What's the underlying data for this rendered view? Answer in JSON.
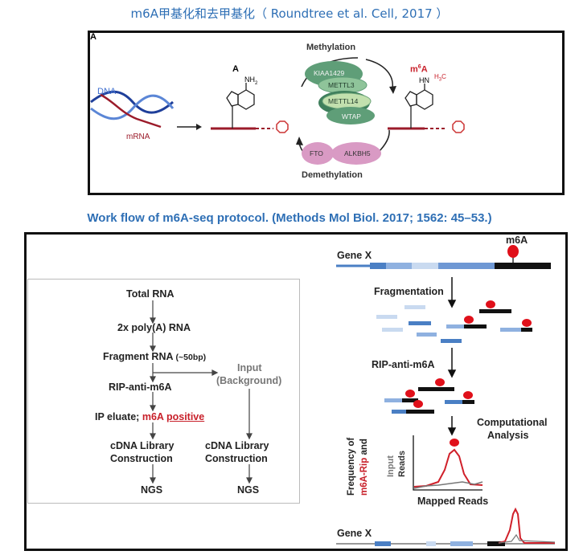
{
  "titles": {
    "top": "m6A甲基化和去甲基化（ Roundtree et al. Cell, 2017 ）",
    "bottom": "Work flow of m6A-seq protocol. (Methods Mol Biol. 2017; 1562: 45–53.)"
  },
  "panel_a": {
    "panel_label": "A",
    "dna_label": "DNA",
    "mrna_label": "mRNA",
    "adenine_label": "A",
    "adenine_group": "NH",
    "adenine_sub": "2",
    "m6a_label": "m",
    "m6a_sup": "6",
    "m6a_tail": "A",
    "m6a_group": "HN",
    "m6a_methyl": "H",
    "m6a_methyl_sub": "3",
    "m6a_methyl_c": "C",
    "methylation": "Methylation",
    "demethylation": "Demethylation",
    "writers": [
      "KIAA1429",
      "METTL3",
      "METTL14",
      "WTAP"
    ],
    "erasers": [
      "FTO",
      "ALKBH5"
    ],
    "colors": {
      "writer": "#5f9e78",
      "writer_light": "#b7d8a6",
      "eraser": "#d99ac4",
      "mrna": "#9b1b2a",
      "dna1": "#1f3f9a",
      "dna2": "#5b86d6"
    }
  },
  "workflow": {
    "steps_left": [
      "Total RNA",
      "2x poly(A) RNA"
    ],
    "fragment": "Fragment RNA",
    "fragment_size": "(~50bp)",
    "input_line1": "Input",
    "input_line2": "(Background)",
    "rip": "RIP-anti-m6A",
    "ip_eluate": "IP eluate;",
    "m6a": "m6A",
    "positive": "positive",
    "cdna_line1": "cDNA Library",
    "cdna_line2": "Construction",
    "ngs": "NGS"
  },
  "schematic": {
    "gene_x": "Gene X",
    "m6a": "m6A",
    "fragmentation": "Fragmentation",
    "rip": "RIP-anti-m6A",
    "computational1": "Computational",
    "computational2": "Analysis",
    "freq_of": "Frequency of",
    "m6a_rip": "m6A-Rip",
    "and": " and",
    "input": "Input",
    "reads": "Reads",
    "mapped_reads": "Mapped Reads",
    "gene_x_bottom": "Gene X",
    "colors": {
      "dark_blue": "#4a7fc4",
      "light_blue": "#c9daf0",
      "mid_blue": "#8fb1e0",
      "black": "#111111",
      "red": "#e0101a",
      "grey": "#888888"
    }
  }
}
